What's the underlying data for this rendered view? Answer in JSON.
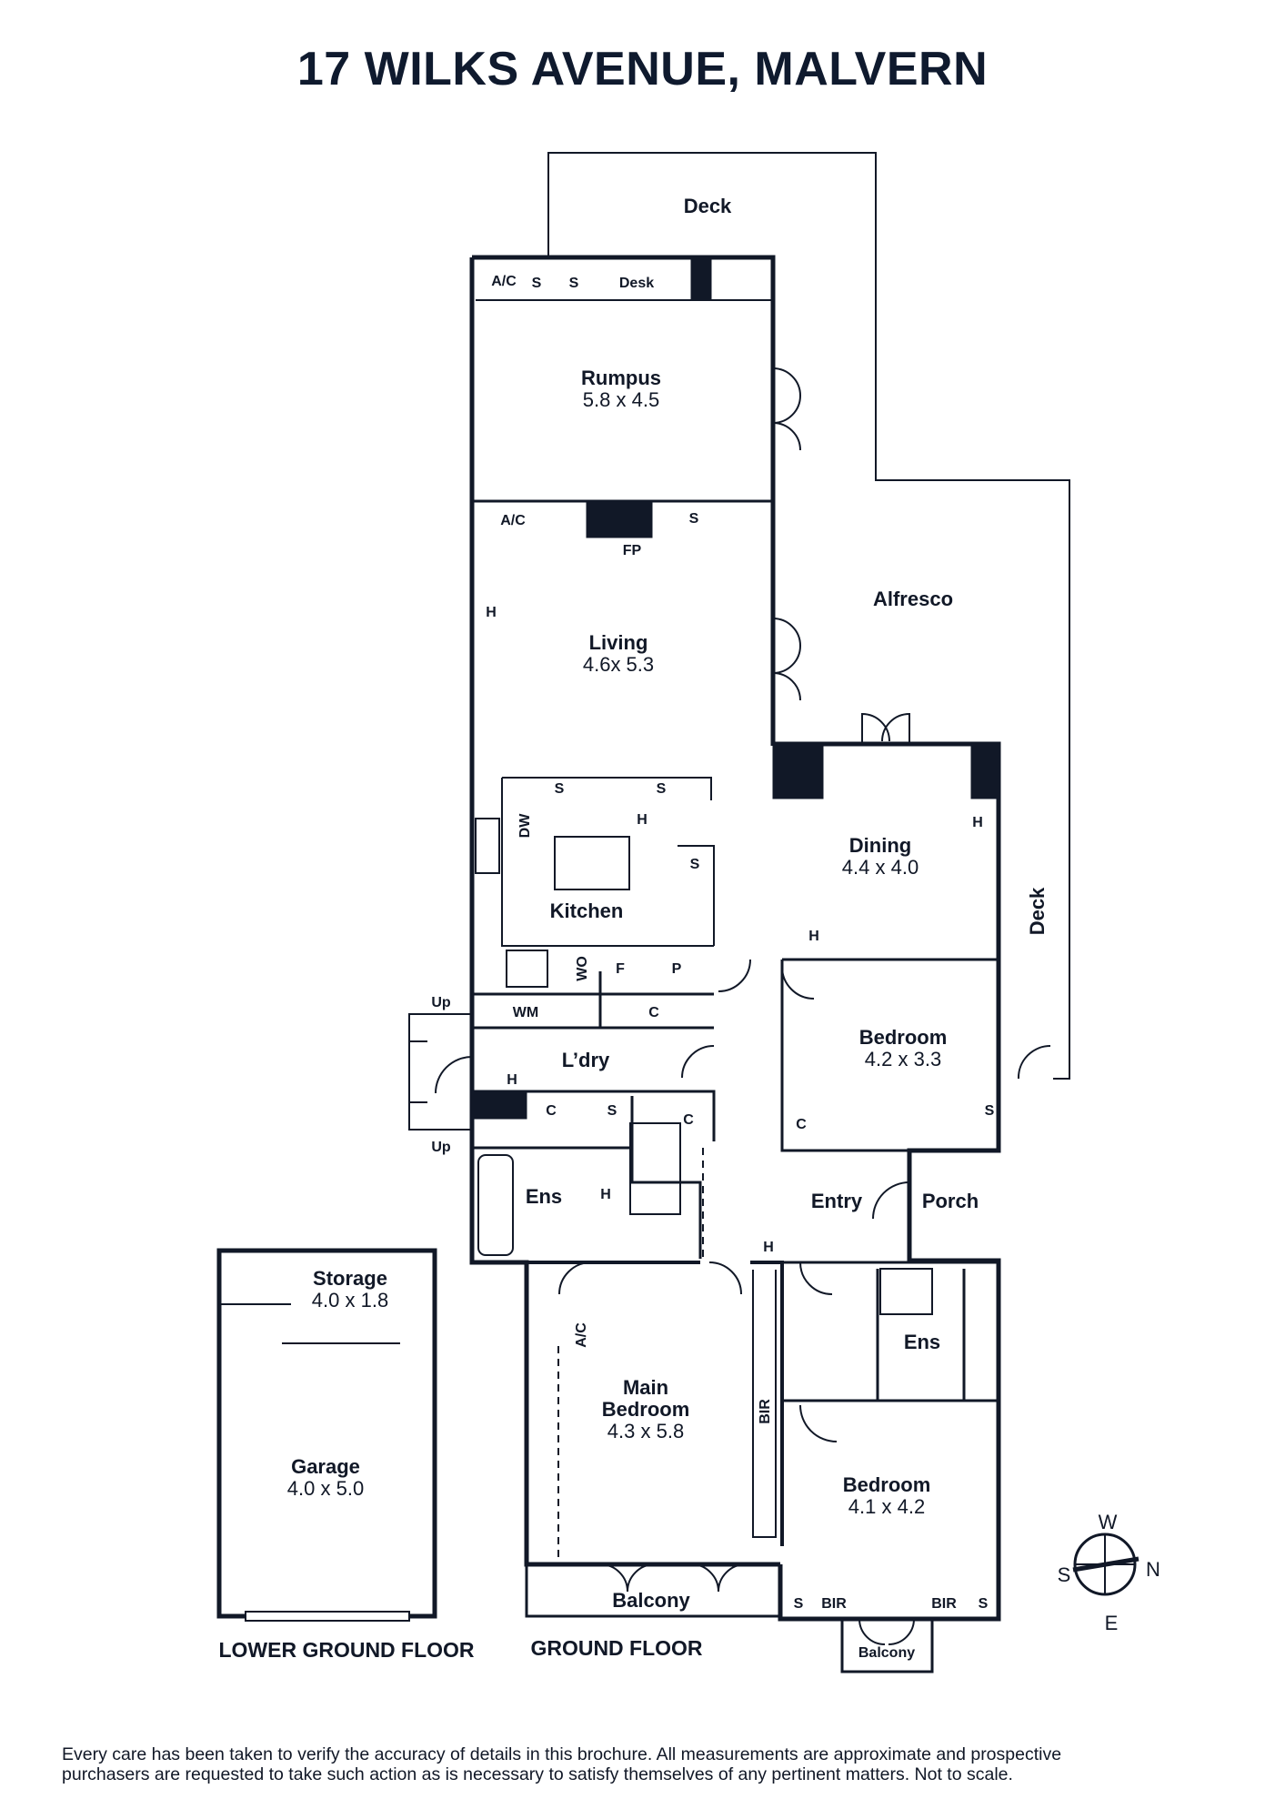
{
  "title": "17 WILKS AVENUE, MALVERN",
  "rooms": {
    "deck_top": "Deck",
    "deck_right": "Deck",
    "rumpus": {
      "name": "Rumpus",
      "dim": "5.8 x 4.5"
    },
    "living": {
      "name": "Living",
      "dim": "4.6x 5.3"
    },
    "alfresco": "Alfresco",
    "kitchen": "Kitchen",
    "dining": {
      "name": "Dining",
      "dim": "4.4 x 4.0"
    },
    "bedroom_1": {
      "name": "Bedroom",
      "dim": "4.2 x 3.3"
    },
    "laundry": "L’dry",
    "ens_1": "Ens",
    "entry": "Entry",
    "porch": "Porch",
    "main_bedroom": {
      "name_line1": "Main",
      "name_line2": "Bedroom",
      "dim": "4.3 x 5.8"
    },
    "ens_2": "Ens",
    "bedroom_2": {
      "name": "Bedroom",
      "dim": "4.1 x 4.2"
    },
    "balcony_main": "Balcony",
    "balcony_small": "Balcony",
    "storage": {
      "name": "Storage",
      "dim": "4.0 x 1.8"
    },
    "garage": {
      "name": "Garage",
      "dim": "4.0 x 5.0"
    }
  },
  "fixtures": {
    "ac": "A/C",
    "s": "S",
    "desk": "Desk",
    "fp": "FP",
    "h": "H",
    "dw": "DW",
    "wo": "WO",
    "f": "F",
    "p": "P",
    "c": "C",
    "wm": "WM",
    "bir": "BIR",
    "up": "Up"
  },
  "floors": {
    "lower": "LOWER GROUND FLOOR",
    "ground": "GROUND FLOOR"
  },
  "compass": {
    "w": "W",
    "s": "S",
    "n": "N",
    "e": "E"
  },
  "disclaimer": {
    "line1": "Every care has been taken to verify the accuracy of details in this brochure. All measurements are approximate and prospective",
    "line2": "purchasers are requested to take such action as is necessary to satisfy themselves of any pertinent matters. Not to scale."
  }
}
